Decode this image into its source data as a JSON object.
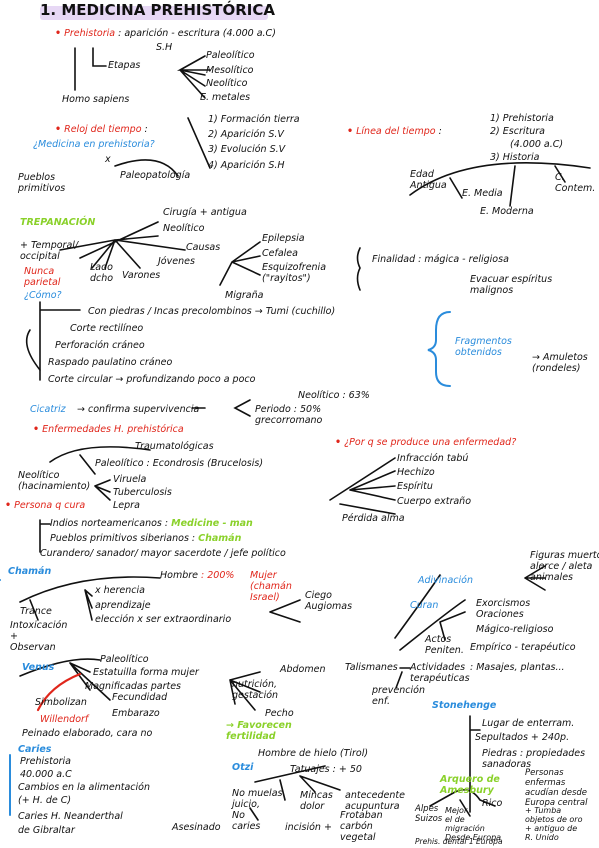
{
  "title": "1. MEDICINA PREHISTÓRICA",
  "s1": {
    "head": "Prehistoria",
    "def": ": aparición - escritura (4.000 a.C)",
    "sh": "S.H",
    "etapas": "Etapas",
    "etapas_list": [
      "Paleolítico",
      "Mesolítico",
      "Neolítico",
      "E. metales"
    ],
    "homo": "Homo sapiens"
  },
  "s2": {
    "head": "Reloj del tiempo",
    "question": "¿Medicina en prehistoria?",
    "x": "x",
    "pueblos": "Pueblos\nprimitivos",
    "paleo": "Paleopatología",
    "items": [
      "1) Formación tierra",
      "2) Aparición S.V",
      "3) Evolución S.V",
      "4) Aparición S.H"
    ]
  },
  "s3": {
    "head": "Línea del tiempo",
    "items": [
      "1) Prehistoria",
      "2) Escritura",
      "(4.000 a.C)",
      "3) Historia"
    ],
    "edad": "Edad\nAntigua",
    "emedia": "E. Media",
    "contem": "C.\nContem.",
    "emoderna": "E. Moderna"
  },
  "trep": {
    "head": "TREPANACIÓN",
    "cirugia": "Cirugía + antigua",
    "neolitico": "Neolítico",
    "causas": "Causas",
    "epilepsia": "Epilepsia",
    "cefalea": "Cefalea",
    "esquizo": "Esquizofrenia\n(\"rayitos\")",
    "jovenes": "Jóvenes",
    "lado": "Lado\ndcho",
    "varones": "Varones",
    "temporal": "+ Temporal/\noccipital",
    "nunca": "Nunca\nparietal",
    "como": "¿Cómo?",
    "migrana": "Migraña",
    "finalidad": "Finalidad : mágica - religiosa",
    "evacuar": "Evacuar espíritus\nmalignos"
  },
  "como": {
    "items": [
      "Con piedras / Incas precolombinos → Tumi (cuchillo)",
      "Corte rectilíneo",
      "Perforación cráneo",
      "Raspado paulatino cráneo",
      "Corte circular → profundizando poco a poco"
    ],
    "fragmentos": "Fragmentos\nobtenidos",
    "amuletos": "→ Amuletos\n(rondeles)"
  },
  "cicatriz": {
    "label": "Cicatriz",
    "text": "→ confirma supervivencia",
    "neolitico": "Neolítico : 63%",
    "periodo": "Periodo : 50%\ngrecorromano"
  },
  "enf": {
    "head": "Enfermedades H. prehistórica",
    "trauma": "Traumatológicas",
    "paleo": "Paleolítico : Econdrosis (Brucelosis)",
    "neolitico": "Neolítico\n(hacinamiento)",
    "list": [
      "Viruela",
      "Tuberculosis",
      "Lepra"
    ]
  },
  "porque": {
    "head": "¿Por q se produce una enfermedad?",
    "items": [
      "Infracción tabú",
      "Hechizo",
      "Espíritu",
      "Cuerpo extraño",
      "Pérdida alma"
    ]
  },
  "persona": {
    "head": "Persona q cura",
    "l1": "Indios norteamericanos : ",
    "l1b": "Medicine - man",
    "l2": "Pueblos primitivos siberianos : ",
    "l2b": "Chamán",
    "l3": "Curandero/ sanador/ mayor sacerdote / jefe político"
  },
  "chaman": {
    "head": "Chamán",
    "hombre": "Hombre",
    "stat": ": 200%",
    "mujer": "Mujer\n(chamán\nIsrael)",
    "x1": "x herencia",
    "x2": "aprendizaje",
    "x3": "elección x ser extraordinario",
    "ciego": "Ciego\nAugiomas",
    "trance": "Trance",
    "intoxicacion": "Intoxicación\n+\nObservan"
  },
  "adiv": {
    "head": "Adivinación",
    "figuras": "Figuras muertos,\nalerce / aleta\nanimales",
    "curan": "Curan",
    "exorcismos": "Exorcismos\nOraciones",
    "magico": "Mágico-religioso",
    "actos": "Actos\nPeniten.",
    "empirico": "Empírico - terapéutico",
    "actividades": "Actividades\nterapéuticas",
    "masajes": ": Masajes, plantas..."
  },
  "venus": {
    "head": "Venus",
    "paleo": "Paleolítico",
    "estatuilla": "Estatuilla forma mujer",
    "magnificadas": "Magnificadas partes",
    "abdomen": "Abdomen",
    "nutricion": "nutrición,\ngestación",
    "pecho": "Pecho",
    "simbolizan": "Simbolizan",
    "fecundidad": "Fecundidad",
    "embarazo": "Embarazo",
    "willendorf": "Willendorf",
    "peinado": "Peinado elaborado, cara no",
    "favorecen": "→ Favorecen\nfertilidad",
    "talismanes": "Talismanes",
    "prevencion": "prevención\nenf."
  },
  "caries": {
    "head": "Caries",
    "items": [
      "Prehistoria",
      "40.000 a.C",
      "Cambios en la alimentación",
      "(+ H. de C)",
      "Caries H. Neanderthal",
      "de Gibraltar"
    ]
  },
  "otzi": {
    "head": "Otzi",
    "hombre": "Hombre de hielo (Tirol)",
    "tatuajes": "Tatuajes : + 50",
    "nomuelas": "No muelas\njuicio,\nNo\ncaries",
    "minceas": "Mincas\ndolor",
    "acupuntura": "antecedente\nacupuntura",
    "asesinado": "Asesinado",
    "incision": "incisión +",
    "carbon": "Frotaban\ncarbón\nvegetal"
  },
  "stone": {
    "head": "Stonehenge",
    "lugar": "Lugar de enterram.",
    "sepultados": "Sepultados + 240p.",
    "piedras": "Piedras : propiedades\nsanadoras",
    "personas": "Personas\nenfermas\nacudían desde\nEuropa central",
    "arquero": "Arquero de\nAmesbury",
    "alpes": "Alpes\nSuizos",
    "mejor": "Mejor\nel de\nmigración\nDesde Europa",
    "rico": "Rico",
    "tumba": "+ Tumba\nobjetos de oro\n+ antiguo de\nR. Unido",
    "fecha": "Prehis. dental 1 Europa"
  }
}
